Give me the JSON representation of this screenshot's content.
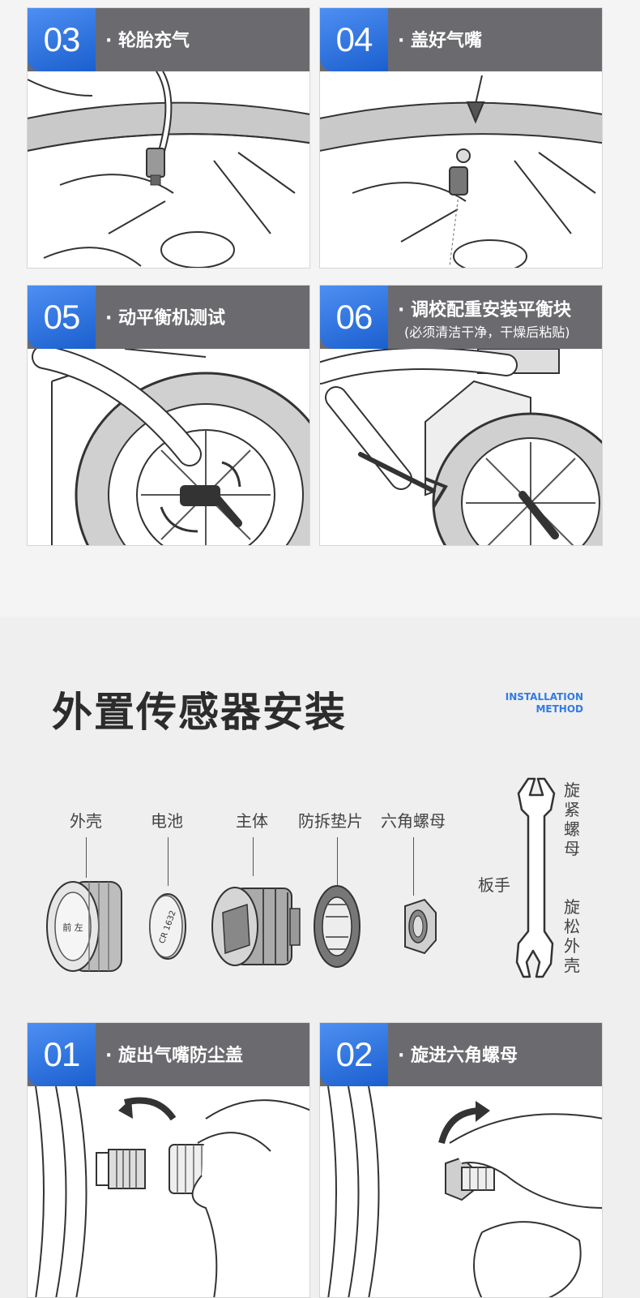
{
  "steps_top": [
    {
      "number": "03",
      "title": "· 轮胎充气"
    },
    {
      "number": "04",
      "title": "· 盖好气嘴"
    },
    {
      "number": "05",
      "title": "· 动平衡机测试"
    },
    {
      "number": "06",
      "title": "· 调校配重安装平衡块",
      "note": "(必须清洁干净，干燥后粘贴)"
    }
  ],
  "install": {
    "title": "外置传感器安装",
    "en_line1": "INSTALLATION",
    "en_line2": "METHOD"
  },
  "parts": [
    {
      "label": "外壳",
      "marking": "前 左"
    },
    {
      "label": "电池",
      "marking": "CR 1632"
    },
    {
      "label": "主体"
    },
    {
      "label": "防拆垫片"
    },
    {
      "label": "六角螺母"
    }
  ],
  "wrench": {
    "label": "板手",
    "top_action": "旋紧螺母",
    "bottom_action": "旋松外壳"
  },
  "steps_bottom": [
    {
      "number": "01",
      "title": "· 旋出气嘴防尘盖"
    },
    {
      "number": "02",
      "title": "· 旋进六角螺母"
    }
  ],
  "colors": {
    "badge_blue": "#1b5fcf",
    "header_gray": "#6b6b6f",
    "accent_text": "#2f7be5"
  }
}
